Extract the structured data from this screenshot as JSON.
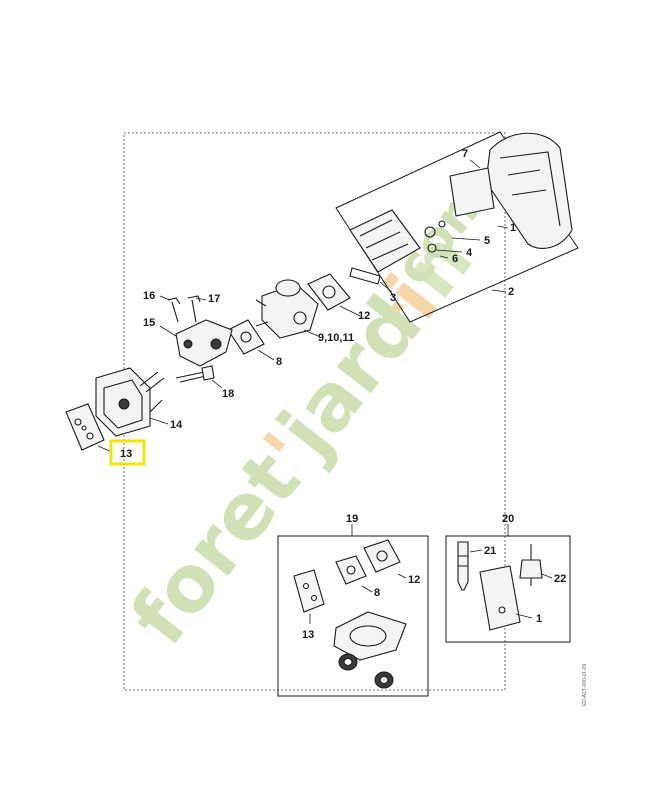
{
  "diagram": {
    "callouts": {
      "c1": "1",
      "c2": "2",
      "c3": "3",
      "c4": "4",
      "c5": "5",
      "c6": "6",
      "c7": "7",
      "c8": "8",
      "c9_10_11": "9,10,11",
      "c12": "12",
      "c13": "13",
      "c14": "14",
      "c15": "15",
      "c16": "16",
      "c17": "17",
      "c18": "18"
    },
    "kit19": {
      "label": "19",
      "c8": "8",
      "c12": "12",
      "c13": "13"
    },
    "kit20": {
      "label": "20",
      "c21": "21",
      "c22": "22",
      "c1": "1"
    },
    "highlighted_callout": "13",
    "highlight_color": "#f2e600",
    "watermark": {
      "text": "foretjardin.com",
      "colors": [
        "#a8c97a",
        "#f0b86a",
        "#b7d58e"
      ]
    },
    "reference_code": "ED-AZT-000-01-09"
  }
}
